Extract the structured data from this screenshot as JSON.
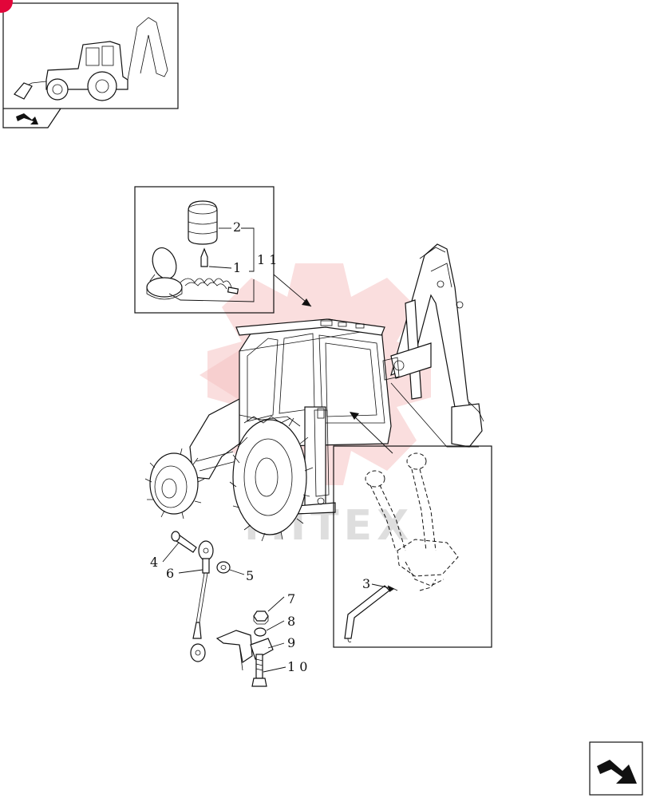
{
  "thumbnail": {
    "badge_color": "#e2063a"
  },
  "nav": {
    "prev_icon": "arrow-prev-icon",
    "next_icon": "arrow-next-icon"
  },
  "watermark": {
    "text": "MITEX",
    "color": "#f4b8b8"
  },
  "callouts": {
    "inset_a": {
      "c2": "2",
      "c1": "1",
      "c11": "1 1"
    },
    "main": {
      "c3": "3",
      "c4": "4",
      "c5": "5",
      "c6": "6",
      "c7": "7",
      "c8": "8",
      "c9": "9",
      "c10": "1 0"
    }
  }
}
